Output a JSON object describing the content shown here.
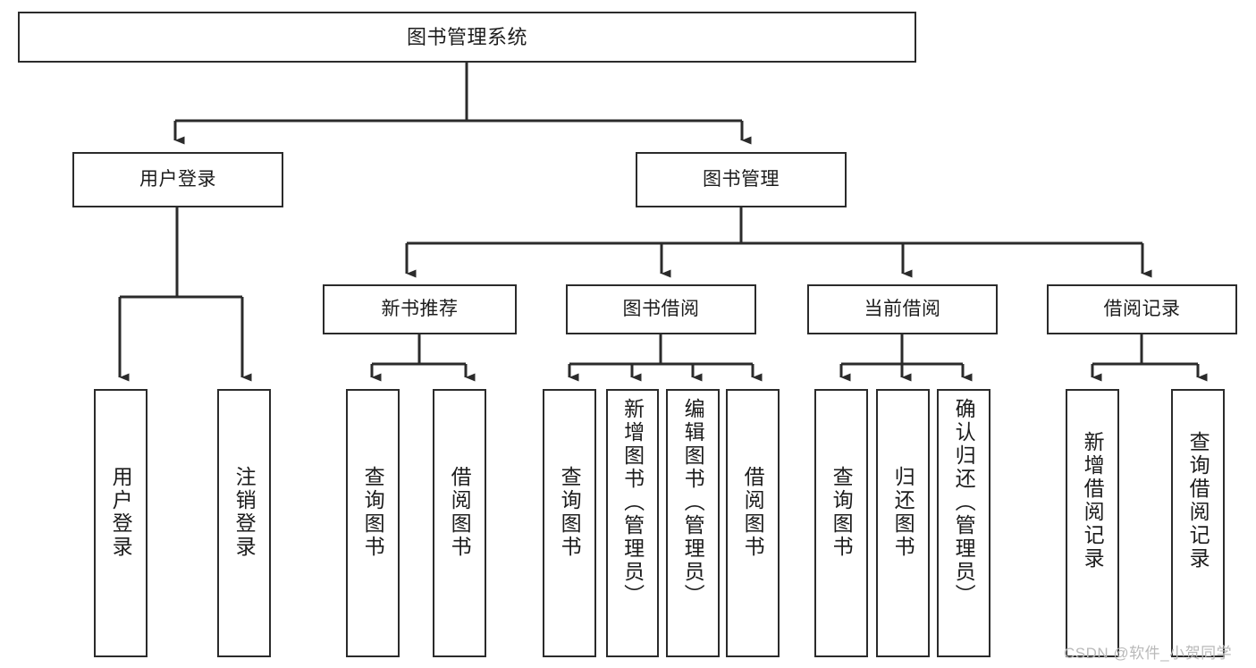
{
  "diagram": {
    "type": "hierarchy-tree",
    "title": "图书管理系统",
    "root": {
      "label": "图书管理系统"
    },
    "level1": [
      {
        "id": "user-login",
        "label": "用户登录"
      },
      {
        "id": "book-manage",
        "label": "图书管理"
      }
    ],
    "level2": [
      {
        "id": "new-book-recommend",
        "label": "新书推荐",
        "parent": "book-manage"
      },
      {
        "id": "book-borrow",
        "label": "图书借阅",
        "parent": "book-manage"
      },
      {
        "id": "current-borrow",
        "label": "当前借阅",
        "parent": "book-manage"
      },
      {
        "id": "borrow-record",
        "label": "借阅记录",
        "parent": "book-manage"
      }
    ],
    "leaves": {
      "user-login": [
        {
          "id": "leaf-user-login",
          "label": "用户登录"
        },
        {
          "id": "leaf-logout-login",
          "label": "注销登录"
        }
      ],
      "new-book-recommend": [
        {
          "id": "leaf-query-book-1",
          "label": "查询图书"
        },
        {
          "id": "leaf-borrow-book-1",
          "label": "借阅图书"
        }
      ],
      "book-borrow": [
        {
          "id": "leaf-query-book-2",
          "label": "查询图书"
        },
        {
          "id": "leaf-add-book-admin",
          "label": "新增图书（管理员）"
        },
        {
          "id": "leaf-edit-book-admin",
          "label": "编辑图书（管理员）"
        },
        {
          "id": "leaf-borrow-book-2",
          "label": "借阅图书"
        }
      ],
      "current-borrow": [
        {
          "id": "leaf-query-book-3",
          "label": "查询图书"
        },
        {
          "id": "leaf-return-book",
          "label": "归还图书"
        },
        {
          "id": "leaf-confirm-return-admin",
          "label": "确认归还（管理员）"
        }
      ],
      "borrow-record": [
        {
          "id": "leaf-add-borrow-record",
          "label": "新增借阅记录"
        },
        {
          "id": "leaf-query-borrow-record",
          "label": "查询借阅记录"
        }
      ]
    },
    "colors": {
      "stroke": "#2b2b2b",
      "fill": "#ffffff",
      "text": "#1c1c1c",
      "watermark": "#b9b9b9"
    }
  },
  "watermark": {
    "text": "CSDN @软件_小贺同学"
  }
}
